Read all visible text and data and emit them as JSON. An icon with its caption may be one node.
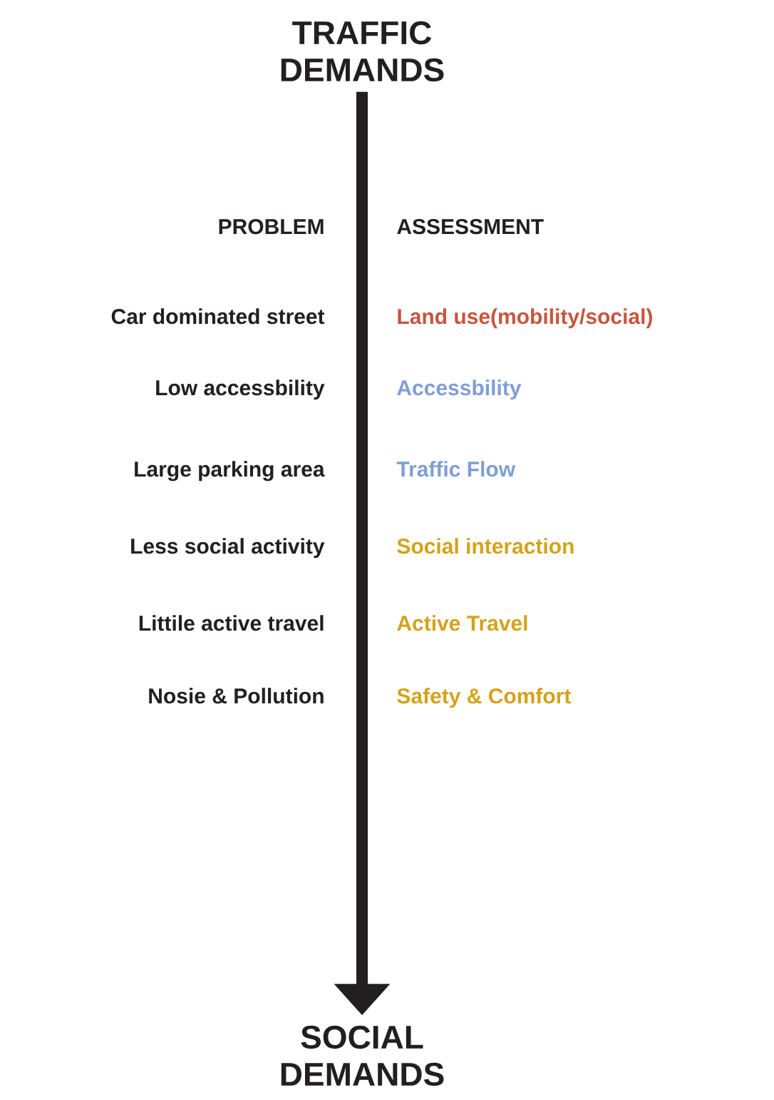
{
  "diagram": {
    "nodes": [
      {
        "text": [
          "TRAFFIC DEMANDS"
        ]
      },
      {
        "text": [
          "SOCIAL DEMANDS"
        ]
      }
    ],
    "edges": [
      {
        "from": 0,
        "to": 1,
        "arrow": "to"
      }
    ],
    "labels": [
      "PROBLEM",
      "ASSESSMENT",
      "Car dominated street",
      "Land use(mobility/social)",
      "Low accessbility",
      "Accessbility",
      "Large parking area",
      "Traffic Flow",
      "Less social activity",
      "Social interaction",
      "Littile active travel",
      "Active Travel",
      "Nosie & Pollution",
      "Safety & Comfort"
    ]
  }
}
